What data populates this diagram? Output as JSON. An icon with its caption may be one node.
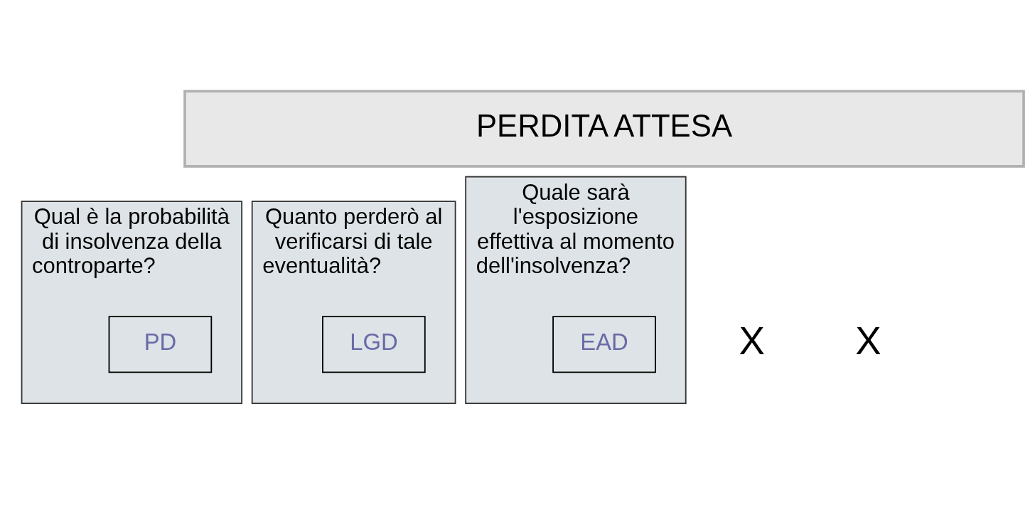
{
  "diagram": {
    "nodes": [
      {
        "text": [
          "PERDITA ATTESA"
        ]
      },
      {
        "text": [
          "Qual è la probabilità di insolvenza della controparte?"
        ]
      },
      {
        "text": [
          "PD"
        ],
        "in": 1
      },
      {
        "text": [
          "Quanto perderò al verificarsi di tale eventualità?"
        ]
      },
      {
        "text": [
          "LGD"
        ],
        "in": 3
      },
      {
        "text": [
          "Quale sarà l'esposizione effettiva al momento dell'insolvenza?"
        ]
      },
      {
        "text": [
          "EAD"
        ],
        "in": 5
      }
    ],
    "edges": [],
    "labels": [
      "X",
      "X"
    ]
  }
}
